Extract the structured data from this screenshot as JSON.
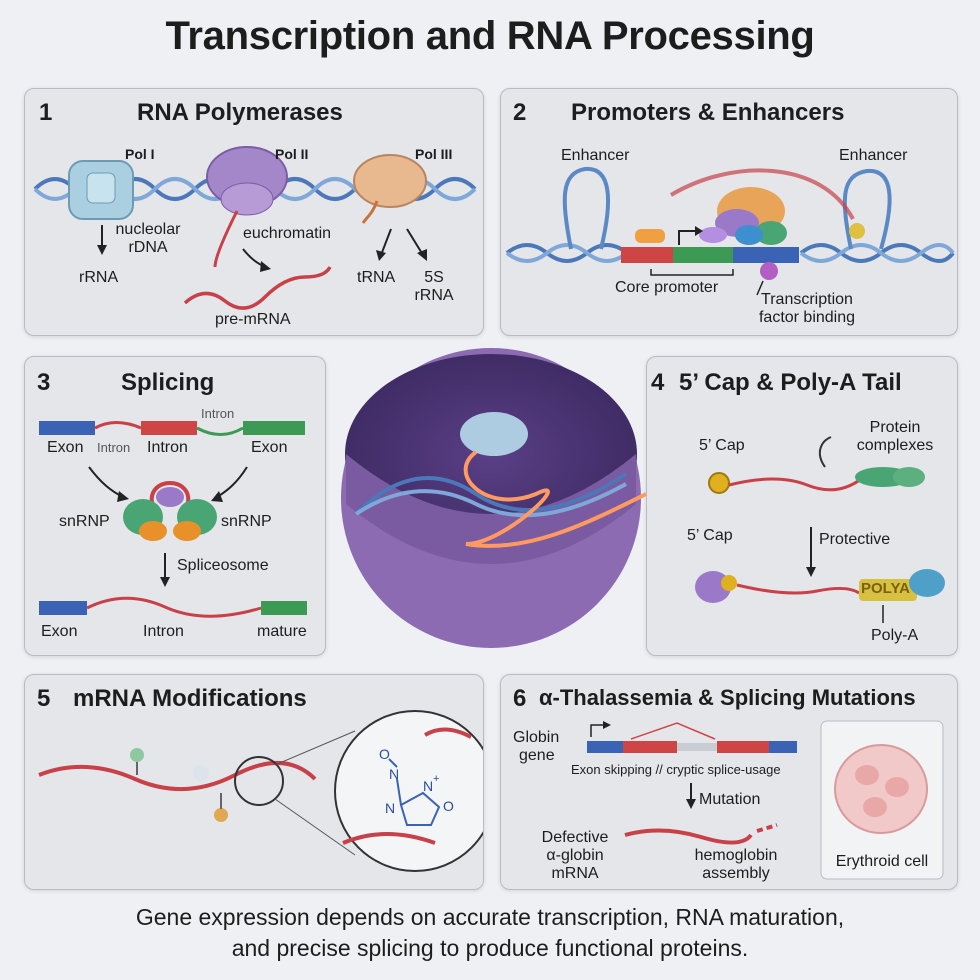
{
  "title": "Transcription and RNA Processing",
  "panels": {
    "p1": {
      "number": "1",
      "title": "RNA Polymerases",
      "pol1": "Pol I",
      "pol2": "Pol II",
      "pol3": "Pol III",
      "nucleolar": "nucleolar",
      "rdna": "rDNA",
      "euchromatin": "euchromatin",
      "rrna": "rRNA",
      "premrna": "pre-mRNA",
      "trna": "tRNA",
      "s5": "5S",
      "rrna2": "rRNA"
    },
    "p2": {
      "number": "2",
      "title": "Promoters & Enhancers",
      "enhancer_left": "Enhancer",
      "enhancer_right": "Enhancer",
      "core_promoter": "Core promoter",
      "tf1": "Transcription",
      "tf2": "factor binding"
    },
    "p3": {
      "number": "3",
      "title": "Splicing",
      "exon1": "Exon",
      "intron_small": "Intron",
      "intron_mid": "Intron",
      "intron_top": "Intron",
      "exon2": "Exon",
      "snrnp_left": "snRNP",
      "snrnp_right": "snRNP",
      "spliceosome": "Spliceosome",
      "exon3": "Exon",
      "intron3": "Intron",
      "mature": "mature"
    },
    "p4": {
      "number": "4",
      "title": "5’ Cap & Poly-A Tail",
      "cap1": "5’ Cap",
      "protein1": "Protein",
      "protein2": "complexes",
      "cap2": "5’ Cap",
      "protective": "Protective",
      "polya_text": "POLYA",
      "polya": "Poly-A"
    },
    "p5": {
      "number": "5",
      "title": "mRNA Modifications",
      "atom_o1": "O",
      "atom_n1": "N",
      "atom_n2": "N",
      "atom_n3": "N",
      "plus": "+",
      "atom_o2": "O"
    },
    "p6": {
      "number": "6",
      "title": "α-Thalassemia & Splicing Mutations",
      "globin1": "Globin",
      "globin2": "gene",
      "exon_skip": "Exon skipping // cryptic splice-usage",
      "mutation": "Mutation",
      "defective1": "Defective",
      "defective2": "α-globin",
      "defective3": "mRNA",
      "hemo1": "hemoglobin",
      "hemo2": "assembly",
      "erythroid": "Erythroid cell"
    }
  },
  "footer": {
    "line1": "Gene expression depends on accurate transcription, RNA maturation,",
    "line2": "and precise splicing to produce functional proteins."
  },
  "colors": {
    "exon_blue": "#3a62b5",
    "exon_red": "#cf4545",
    "exon_green": "#3c9a55",
    "rna": "#c84048",
    "nucleus": "#7a5aa0",
    "panel": "#e4e6ea"
  }
}
